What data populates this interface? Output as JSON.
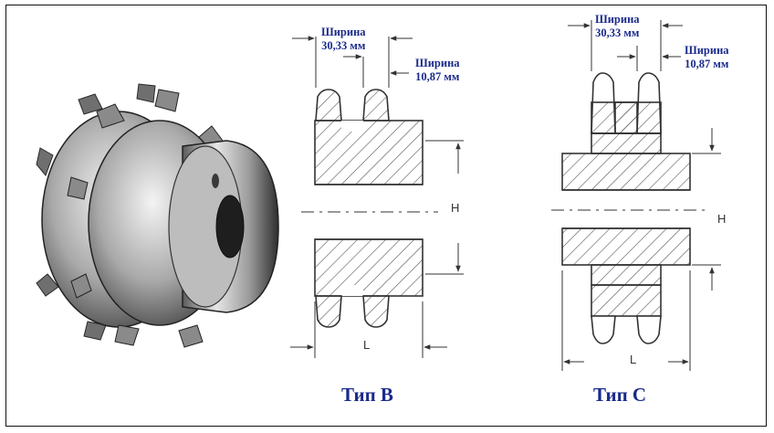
{
  "typeB": {
    "width_label_1": "Ширина",
    "width_value_1": "30,33 мм",
    "width_label_2": "Ширина",
    "width_value_2": "10,87 мм",
    "height_symbol": "H",
    "length_symbol": "L",
    "caption": "Тип B"
  },
  "typeC": {
    "width_label_1": "Ширина",
    "width_value_1": "30,33 мм",
    "width_label_2": "Ширина",
    "width_value_2": "10,87 мм",
    "height_symbol": "H",
    "length_symbol": "L",
    "caption": "Тип C"
  },
  "colors": {
    "label_text": "#1a2a8a",
    "line": "#333333",
    "frame": "#111111"
  }
}
